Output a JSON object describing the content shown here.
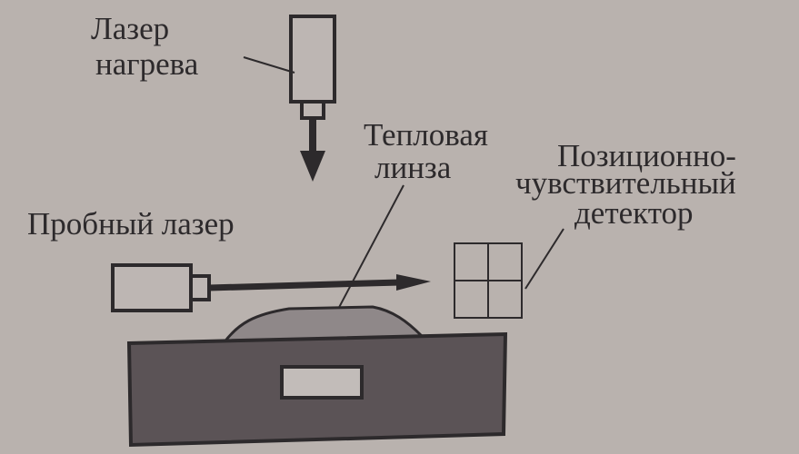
{
  "labels": {
    "heating_laser": [
      "Лазер",
      "нагрева"
    ],
    "thermal_lens": [
      "Тепловая",
      "линза"
    ],
    "position_detector": [
      "Позиционно-",
      "чувствительный",
      "детектор"
    ],
    "probe_laser": "Пробный лазер"
  },
  "colors": {
    "background": "#b9b2ae",
    "ink": "#2d2a2c",
    "sample_block": "#5b5356",
    "thermal_lens_fill": "#8f8889",
    "window_fill": "#c2bcb9",
    "device_fill": "#bdb6b3"
  },
  "icons": {
    "beam_direction": "arrow-down-icon",
    "probe_direction": "arrow-right-icon",
    "detector_grid": "quadrant-grid-icon"
  }
}
